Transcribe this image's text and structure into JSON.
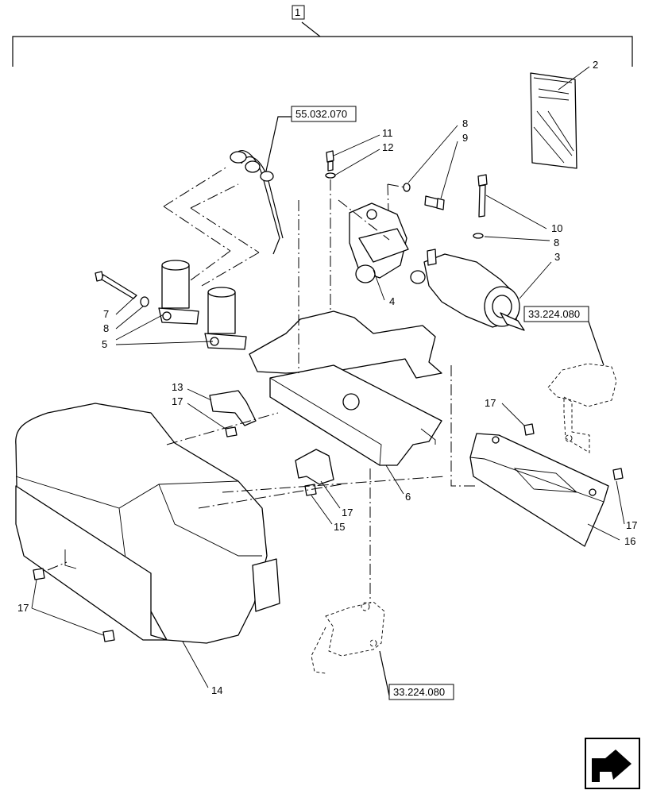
{
  "callouts": {
    "c1": "1",
    "c2": "2",
    "c3": "3",
    "c4": "4",
    "c5": "5",
    "c6": "6",
    "c7": "7",
    "c8a": "8",
    "c8b": "8",
    "c8c": "8",
    "c9": "9",
    "c10": "10",
    "c11": "11",
    "c12": "12",
    "c13": "13",
    "c14": "14",
    "c15": "15",
    "c16": "16",
    "c17a": "17",
    "c17b": "17",
    "c17c": "17",
    "c17d": "17",
    "c17e": "17"
  },
  "references": {
    "r1": "55.032.070",
    "r2": "33.224.080",
    "r3": "33.224.080"
  },
  "icons": {
    "nav": "next-page-arrow-icon"
  }
}
